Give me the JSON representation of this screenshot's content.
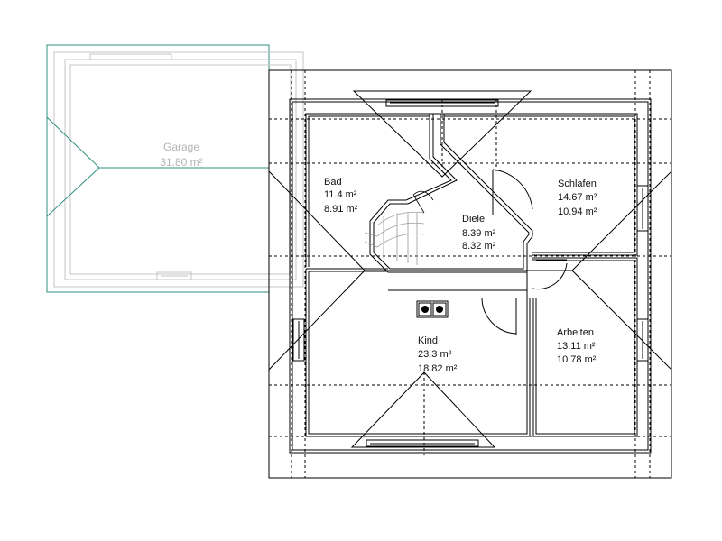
{
  "colors": {
    "wall": "#000000",
    "garage_outline": "#2f8f7f",
    "garage_inner": "#c4c4c4",
    "garage_text": "#b4b4b4",
    "text": "#111111"
  },
  "garage": {
    "name": "Garage",
    "area": "31.80 m²"
  },
  "rooms": {
    "bad": {
      "name": "Bad",
      "area1": "11.4 m²",
      "area2": "8.91 m²"
    },
    "schlafen": {
      "name": "Schlafen",
      "area1": "14.67 m²",
      "area2": "10.94 m²"
    },
    "diele": {
      "name": "Diele",
      "area1": "8.39 m²",
      "area2": "8.32 m²"
    },
    "kind": {
      "name": "Kind",
      "area1": "23.3 m²",
      "area2": "18.82 m²"
    },
    "arbeiten": {
      "name": "Arbeiten",
      "area1": "13.11 m²",
      "area2": "10.78 m²"
    }
  }
}
